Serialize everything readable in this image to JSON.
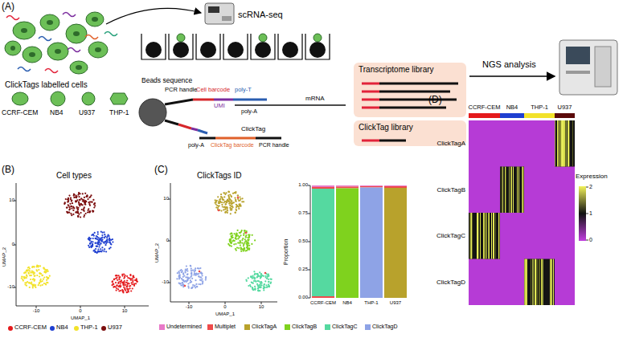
{
  "diagram": {
    "nodes": [
      {
        "text": [
          "Transcriptome library"
        ]
      },
      {
        "text": [
          "ClickTag library"
        ]
      }
    ],
    "labels": [
      "(A)",
      "scRNA-seq",
      "ClickTags labelled cells",
      "CCRF-CEM",
      "NB4",
      "U937",
      "THP-1",
      "Beads sequence",
      "PCR handle",
      "Cell barcode",
      "UMI",
      "poly-T",
      "mRNA",
      "poly-A",
      "poly-A",
      "ClickTag barcode",
      "PCR handle",
      "ClickTag",
      "NGS analysis",
      "(B)",
      "Cell types",
      "UMAP_2",
      "UMAP_1",
      "10",
      "0",
      "-10",
      "-10",
      "0",
      "10",
      "(C)",
      "ClickTags ID",
      "UMAP_2",
      "UMAP_1",
      "10",
      "0",
      "-10",
      "-10",
      "0",
      "10",
      "Proportion",
      "1.00",
      "0.75",
      "0.50",
      "0.25",
      "0.00",
      "CCRF-CEM",
      "NB4",
      "THP-1",
      "U937",
      "(D)",
      "CCRF-CEM",
      "NB4",
      "THP-1",
      "U937",
      "ClickTagA",
      "ClickTagB",
      "ClickTagC",
      "ClickTagD",
      "Expression",
      "2",
      "1",
      "0"
    ],
    "legend": [
      {
        "text": "CCRF-CEM",
        "color": "#e41a1c"
      },
      {
        "text": "NB4",
        "color": "#1f3fd0"
      },
      {
        "text": "THP-1",
        "color": "#f2e22a"
      },
      {
        "text": "U937",
        "color": "#7b0d0d"
      },
      {
        "text": "Undetermined",
        "color": "#e879c8"
      },
      {
        "text": "Multiplet",
        "color": "#ef4b4b"
      },
      {
        "text": "ClickTagA",
        "color": "#b8a22c"
      },
      {
        "text": "ClickTagB",
        "color": "#7fd21e"
      },
      {
        "text": "ClickTagC",
        "color": "#55d9a0"
      },
      {
        "text": "ClickTagD",
        "color": "#8ea3e6"
      }
    ]
  }
}
